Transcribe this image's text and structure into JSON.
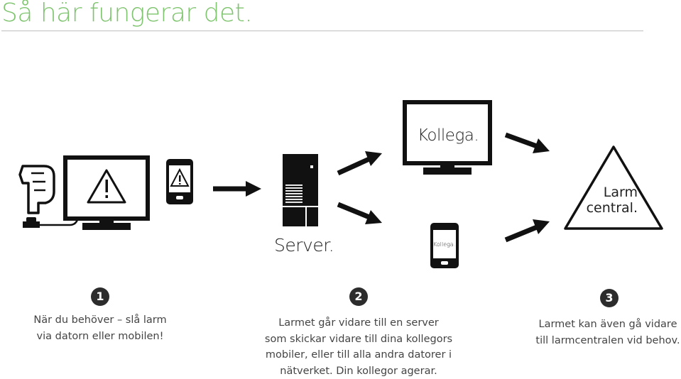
{
  "title": "Så här fungerar det.",
  "labels": {
    "server": "Server.",
    "kollega_monitor": "Kollega.",
    "kollega_phone": "Kollega.",
    "larm_line1": "Larm",
    "larm_line2": "central."
  },
  "steps": [
    {
      "number": "1",
      "lines": [
        "När du behöver – slå larm",
        "via datorn eller mobilen!"
      ]
    },
    {
      "number": "2",
      "lines": [
        "Larmet går vidare till en server",
        "som skickar vidare till dina kollegors",
        "mobiler, eller till alla andra datorer i",
        "nätverket. Din kollegor agerar."
      ]
    },
    {
      "number": "3",
      "lines": [
        "Larmet kan även gå vidare",
        "till larmcentralen vid behov."
      ]
    }
  ],
  "icons": [
    "pointing-hand-icon",
    "alarm-button-icon",
    "monitor-warning-icon",
    "phone-warning-icon",
    "server-icon",
    "monitor-icon",
    "phone-icon",
    "warning-triangle-icon",
    "arrow-icon"
  ],
  "colors": {
    "accent": "#7ec46e",
    "ink": "#111111",
    "badge": "#2c2c2c",
    "text": "#444444"
  }
}
